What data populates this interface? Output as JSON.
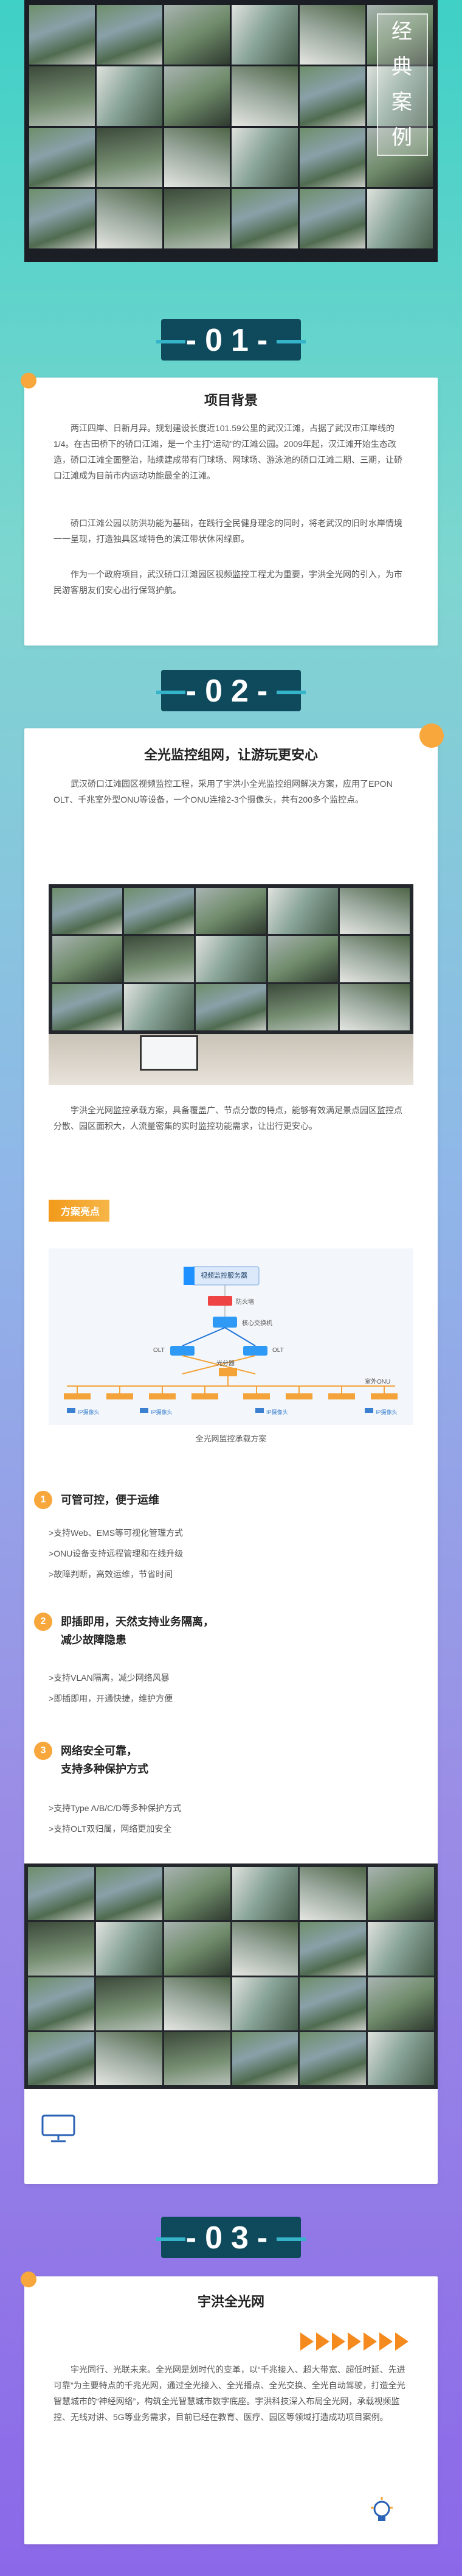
{
  "hero": {
    "tag_lines": [
      "经",
      "典",
      "案",
      "例"
    ]
  },
  "sections": {
    "s1": {
      "num": "-01-",
      "title": "项目背景",
      "paragraphs": [
        "两江四岸、日新月异。规划建设长度近101.59公里的武汉江滩，占据了武汉市江岸线的1/4。在古田桥下的硚口江滩，是一个主打“运动”的江滩公园。2009年起，汉江滩开始生态改造，硚口江滩全面整治，陆续建成带有门球场、网球场、游泳池的硚口江滩二期、三期，让硚口江滩成为目前市内运动功能最全的江滩。",
        "硚口江滩公园以防洪功能为基础，在践行全民健身理念的同时，将老武汉的旧时水岸情境一一呈现，打造独具区域特色的滨江带状休闲绿廊。",
        "作为一个政府项目，武汉硚口江滩园区视频监控工程尤为重要，宇洪全光网的引入，为市民游客朋友们安心出行保驾护航。"
      ]
    },
    "s2": {
      "num": "-02-",
      "title": "全光监控组网，让游玩更安心",
      "intro": "武汉硚口江滩园区视频监控工程，采用了宇洪小全光监控组网解决方案，应用了EPON OLT、千兆室外型ONU等设备，一个ONU连接2-3个摄像头，共有200多个监控点。",
      "para2": "宇洪全光网监控承载方案，具备覆盖广、节点分散的特点，能够有效满足景点园区监控点分散、园区面积大，人流量密集的实时监控功能需求，让出行更安心。",
      "ribbon": "方案亮点",
      "diagram": {
        "server": "视频监控服务器",
        "firewall": "防火墙",
        "core": "核心交换机",
        "olt_left": "OLT",
        "olt_right": "OLT",
        "splitter": "光分器",
        "onu": "室外ONU",
        "cams": [
          "IP摄像头",
          "IP摄像头",
          "IP摄像头",
          "IP摄像头"
        ]
      },
      "caption": "全光网监控承载方案",
      "features": [
        {
          "num": "1",
          "title": [
            "可管可控，便于运维"
          ],
          "items": [
            "支持Web、EMS等可视化管理方式",
            "ONU设备支持远程管理和在线升级",
            "故障判断，高效运维，节省时间"
          ]
        },
        {
          "num": "2",
          "title": [
            "即插即用，天然支持业务隔离，",
            "减少故障隐患"
          ],
          "items": [
            "支持VLAN隔离，减少网络风暴",
            "即插即用，开通快捷，维护方便"
          ]
        },
        {
          "num": "3",
          "title": [
            "网络安全可靠，",
            "支持多种保护方式"
          ],
          "items": [
            "支持Type A/B/C/D等多种保护方式",
            "支持OLT双归属，网络更加安全"
          ]
        }
      ]
    },
    "s3": {
      "num": "-03-",
      "title": "宇洪全光网",
      "para": "宇光同行、光联未来。全光网是划时代的变革，以“千兆接入、超大带宽、超低时延、先进可靠”为主要特点的千兆光网，通过全光接入、全光播点、全光交换、全光自动驾驶，打造全光智慧城市的“神经网络”，构筑全光智慧城市数字底座。宇洪科技深入布局全光网，承载视频监控、无线对讲、5G等业务需求，目前已经在教育、医疗、园区等领域打造成功项目案例。"
    }
  },
  "colors": {
    "accent": "#f7a73b",
    "num_box": "#0f4a5c",
    "arrow": "#f58a1e"
  }
}
